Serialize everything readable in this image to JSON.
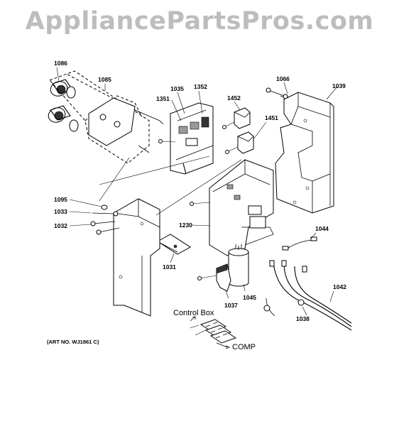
{
  "watermark": "AppliancePartsPros.com",
  "part_labels": {
    "p1086": "1086",
    "p1085": "1085",
    "p1035": "1035",
    "p1352": "1352",
    "p1351": "1351",
    "p1452": "1452",
    "p1066": "1066",
    "p1039": "1039",
    "p1451": "1451",
    "p1095": "1095",
    "p1033": "1033",
    "p1032": "1032",
    "p1230": "1230",
    "p1044": "1044",
    "p1031": "1031",
    "p1037": "1037",
    "p1045": "1045",
    "p1042": "1042",
    "p1038": "1038"
  },
  "captions": {
    "control_box": "Control Box",
    "comp": "COMP"
  },
  "art_number": "(ART NO. WJ1861 C)"
}
